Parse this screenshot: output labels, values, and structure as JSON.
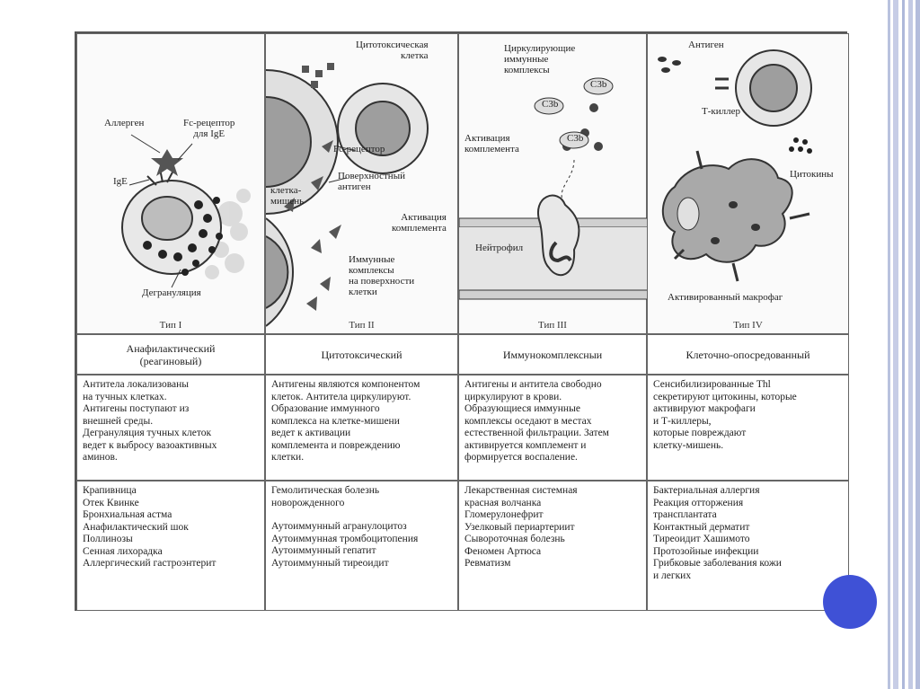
{
  "columns": [
    {
      "type_label": "Тип I",
      "name": "Анафилактический\n(реагиновый)",
      "description": "Антитела локализованы\nна тучных клетках.\nАнтигены поступают из\nвнешней среды.\nДегрануляция тучных клеток\nведет к выбросу вазоактивных\nаминов.",
      "diseases": [
        "Крапивница",
        "Отек Квинке",
        "Бронхиальная астма",
        "Анафилактический шок",
        "Поллинозы",
        "Сенная лихорадка",
        "Аллергический гастроэнтерит"
      ],
      "image_labels": {
        "allergen": "Аллерген",
        "fc_receptor": "Fc-рецептор\nдля IgE",
        "ige": "IgE",
        "degranulation": "Дегрануляция"
      }
    },
    {
      "type_label": "Тип II",
      "name": "Цитотоксический",
      "description": "Антигены являются компонентом\nклеток. Антитела циркулируют.\nОбразование иммунного\nкомплекса на клетке-мишени\nведет к активации\nкомплемента и повреждению\nклетки.",
      "diseases": [
        "Гемолитическая болезнь\nноворожденного",
        "",
        "Аутоиммунный агранулоцитоз",
        "Аутоиммунная тромбоцитопения",
        "Аутоиммунный гепатит",
        "Аутоиммунный тиреоидит"
      ],
      "image_labels": {
        "cytotoxic_cell": "Цитотоксическая\nклетка",
        "fc_receptor": "Fc-рецептор",
        "surface_antigen": "Поверхностный\nантиген",
        "target_cell": "клетка-\nмишень",
        "complement_activation": "Активация\nкомплемента",
        "immune_complexes": "Иммунные\nкомплексы\nна поверхности\nклетки"
      }
    },
    {
      "type_label": "Тип III",
      "name": "Иммунокомплексныи",
      "description": "Антигены и антитела свободно\nциркулируют в крови.\nОбразующиеся иммунные\nкомплексы оседают в местах\nестественной фильтрации. Затем\nактивируется комплемент и\nформируется воспаление.",
      "diseases": [
        "Лекарственная системная",
        "красная волчанка",
        "Гломерулонефрит",
        "Узелковый периартериит",
        "Сывороточная болезнь",
        "Феномен Артюса",
        "Ревматизм"
      ],
      "image_labels": {
        "circulating": "Циркулирующие\nиммунные\nкомплексы",
        "c3b": "C3b",
        "complement_activation": "Активация\nкомплемента",
        "neutrophil": "Нейтрофил"
      }
    },
    {
      "type_label": "Тип IV",
      "name": "Клеточно-опосредованный",
      "description": "Сенсибилизированные Thl\nсекретируют цитокины, которые\nактивируют макрофаги\nи Т-киллеры,\nкоторые повреждают\nклетку-мишень.",
      "diseases": [
        "Бактериальная аллергия",
        "Реакция отторжения",
        "трансплантата",
        "Контактный дерматит",
        "Тиреоидит Хашимото",
        "Протозойные инфекции",
        "Грибковые заболевания кожи",
        "и легких"
      ],
      "image_labels": {
        "antigen": "Антиген",
        "t_killer": "Т-киллер",
        "cytokines": "Цитокины",
        "macrophage": "Активированный макрофаг"
      }
    }
  ]
}
